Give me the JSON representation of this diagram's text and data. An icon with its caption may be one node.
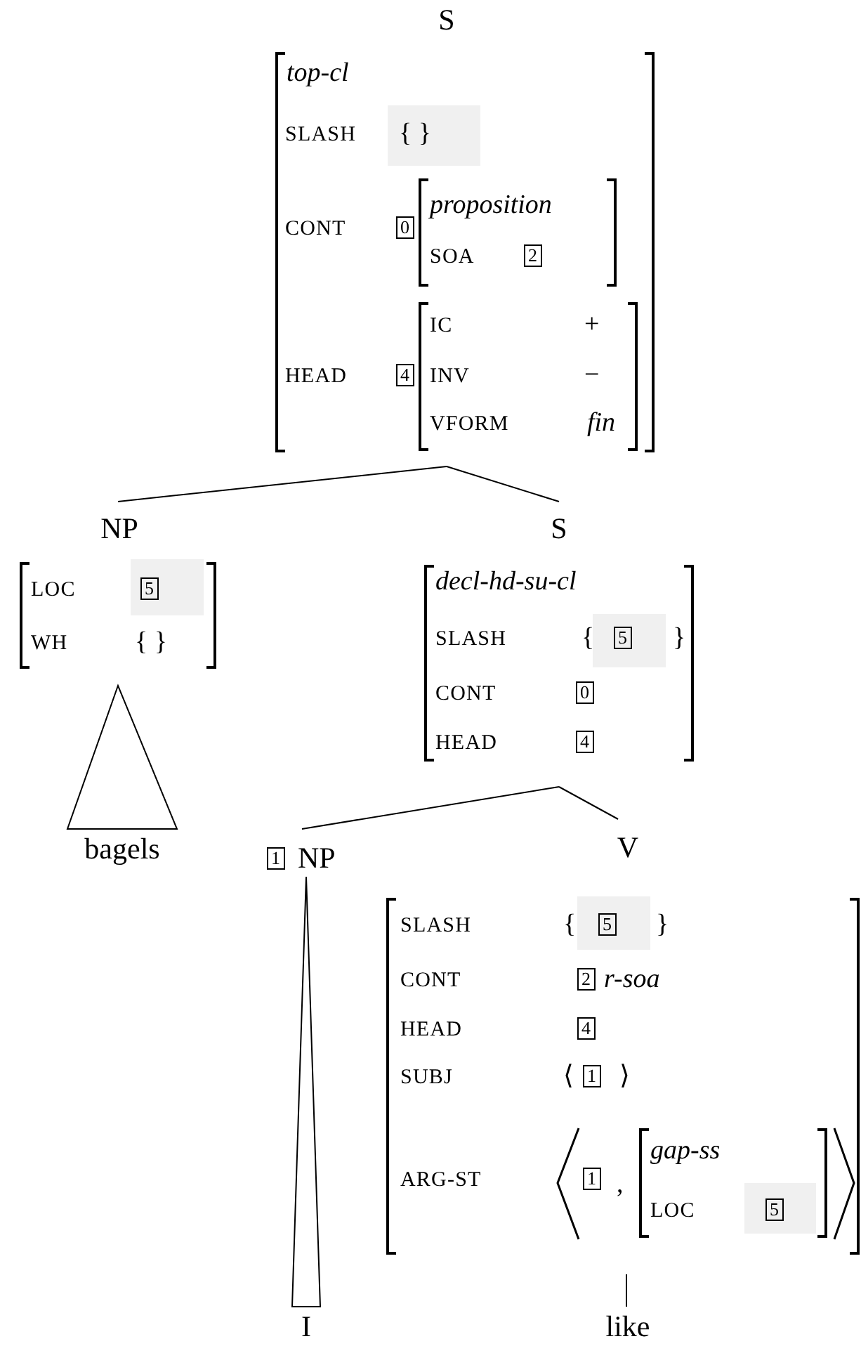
{
  "diagram": {
    "nodes": [
      {
        "text": [
          "S"
        ]
      },
      {
        "text": [
          "top-cl",
          "SLASH",
          "{ }",
          "CONT",
          "HEAD"
        ]
      },
      {
        "text": [
          "0"
        ],
        "in": 1
      },
      {
        "text": [
          "proposition",
          "SOA"
        ],
        "in": 1
      },
      {
        "text": [
          "2"
        ],
        "in": 3
      },
      {
        "text": [
          "4"
        ],
        "in": 1
      },
      {
        "text": [
          "IC",
          "+",
          "INV",
          "−",
          "VFORM",
          "fin"
        ],
        "in": 1
      },
      {
        "text": [
          "NP"
        ]
      },
      {
        "text": [
          "LOC",
          "WH",
          "{ }"
        ]
      },
      {
        "text": [
          "5"
        ],
        "in": 8
      },
      {
        "text": [
          "S"
        ]
      },
      {
        "text": [
          "decl-hd-su-cl",
          "SLASH",
          "{",
          "}",
          "CONT",
          "HEAD"
        ]
      },
      {
        "text": [
          "5"
        ],
        "in": 11
      },
      {
        "text": [
          "0"
        ],
        "in": 11
      },
      {
        "text": [
          "4"
        ],
        "in": 11
      },
      {
        "text": [
          "bagels"
        ]
      },
      {
        "text": [
          "NP"
        ]
      },
      {
        "text": [
          "1"
        ],
        "in": 16
      },
      {
        "text": [
          "V"
        ]
      },
      {
        "text": [
          "SLASH",
          "{",
          "}",
          "CONT",
          "r-soa",
          "HEAD",
          "SUBJ",
          "⟨",
          "⟩",
          "ARG-ST",
          ","
        ]
      },
      {
        "text": [
          "5"
        ],
        "in": 19
      },
      {
        "text": [
          "2"
        ],
        "in": 19
      },
      {
        "text": [
          "4"
        ],
        "in": 19
      },
      {
        "text": [
          "1"
        ],
        "in": 19
      },
      {
        "text": [
          "1"
        ],
        "in": 19
      },
      {
        "text": [
          "gap-ss",
          "LOC"
        ],
        "in": 19
      },
      {
        "text": [
          "5"
        ],
        "in": 25
      },
      {
        "text": [
          "I"
        ]
      },
      {
        "text": [
          "like"
        ]
      }
    ],
    "edges": [
      {
        "from": 1,
        "to": 7,
        "arrow": "none"
      },
      {
        "from": 1,
        "to": 10,
        "arrow": "none"
      },
      {
        "from": 8,
        "to": 15,
        "arrow": "none"
      },
      {
        "from": 11,
        "to": 16,
        "arrow": "none"
      },
      {
        "from": 11,
        "to": 18,
        "arrow": "none"
      },
      {
        "from": 16,
        "to": 27,
        "arrow": "none"
      },
      {
        "from": 19,
        "to": 28,
        "arrow": "none"
      }
    ]
  }
}
